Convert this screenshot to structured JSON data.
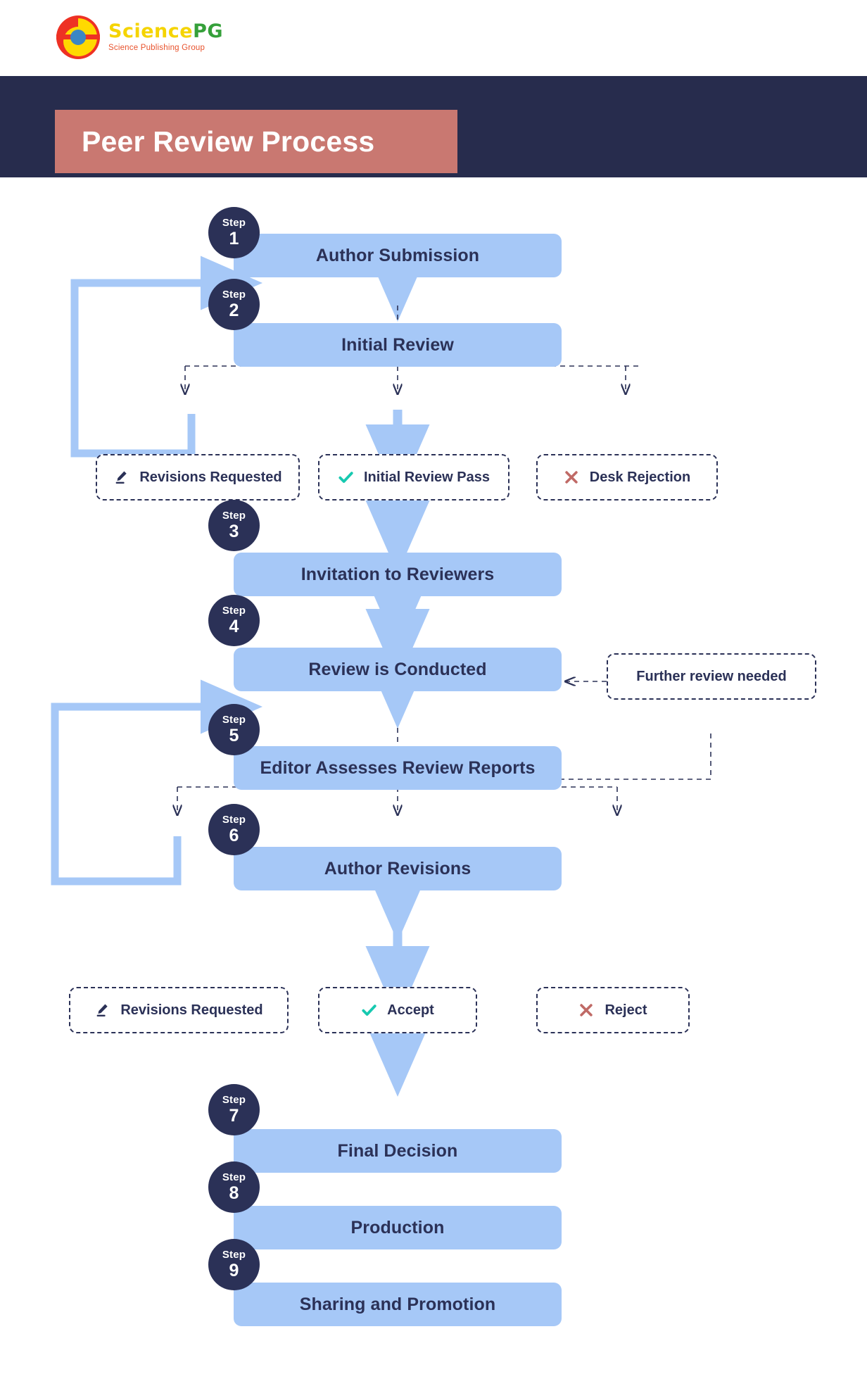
{
  "brand": {
    "logo_title_part1": "Science",
    "logo_title_part2": "PG",
    "logo_subtitle": "Science Publishing Group",
    "logo_icon": "sciencepg-circle-logo"
  },
  "header": {
    "title": "Peer Review Process",
    "band_color": "#272c4d",
    "banner_color": "#c97871",
    "title_color": "#ffffff"
  },
  "theme": {
    "node_fill": "#a6c8f7",
    "node_text": "#2b3157",
    "badge_fill": "#2b3157",
    "badge_text": "#ffffff",
    "arrow_color": "#a6c8f7",
    "dashed_color": "#2b3157",
    "accept_icon_color": "#17c9b0",
    "reject_icon_color": "#c06a66",
    "revision_icon_color": "#2b3157"
  },
  "steps": [
    {
      "step_label": "Step",
      "number": "1",
      "title": "Author Submission"
    },
    {
      "step_label": "Step",
      "number": "2",
      "title": "Initial Review"
    },
    {
      "step_label": "Step",
      "number": "3",
      "title": "Invitation to Reviewers"
    },
    {
      "step_label": "Step",
      "number": "4",
      "title": "Review is Conducted"
    },
    {
      "step_label": "Step",
      "number": "5",
      "title": "Editor Assesses Review Reports"
    },
    {
      "step_label": "Step",
      "number": "6",
      "title": "Author Revisions"
    },
    {
      "step_label": "Step",
      "number": "7",
      "title": "Final Decision"
    },
    {
      "step_label": "Step",
      "number": "8",
      "title": "Production"
    },
    {
      "step_label": "Step",
      "number": "9",
      "title": "Sharing and Promotion"
    }
  ],
  "outcomes_initial_review": [
    {
      "label": "Revisions Requested",
      "icon": "pencil-icon"
    },
    {
      "label": "Initial Review Pass",
      "icon": "check-icon"
    },
    {
      "label": "Desk Rejection",
      "icon": "cross-icon"
    }
  ],
  "outcomes_author_revisions": [
    {
      "label": "Revisions Requested",
      "icon": "pencil-icon"
    },
    {
      "label": "Accept",
      "icon": "check-icon"
    },
    {
      "label": "Reject",
      "icon": "cross-icon"
    }
  ],
  "notes": {
    "further_review": "Further review needed"
  }
}
